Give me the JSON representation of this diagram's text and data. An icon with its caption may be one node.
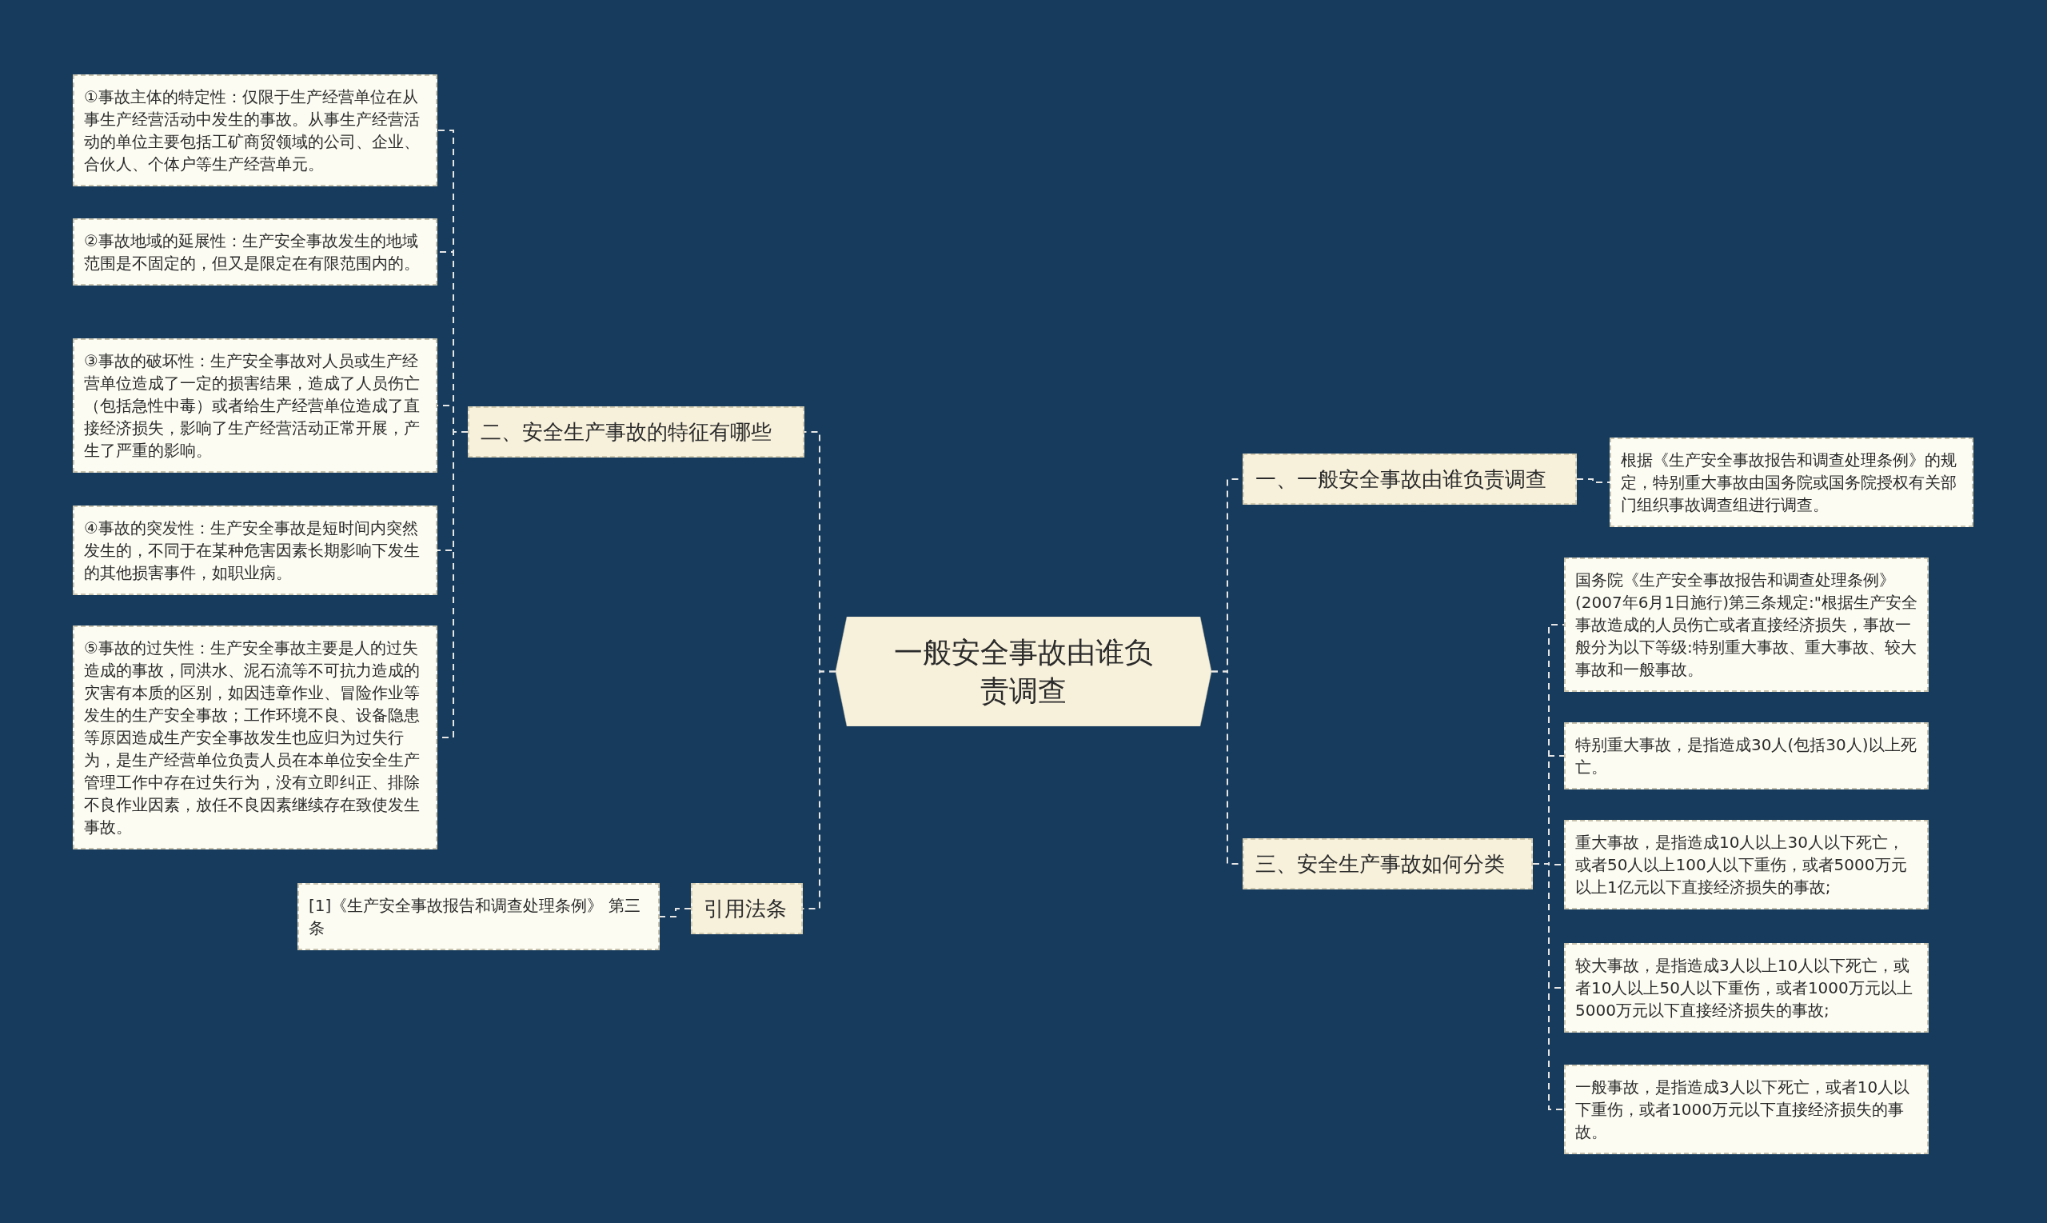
{
  "diagram": {
    "nodes": [
      {
        "text": [
          "一般安全事故由谁负责调查"
        ]
      },
      {
        "text": [
          "一、一般安全事故由谁负责调查"
        ]
      },
      {
        "text": [
          "根据《生产安全事故报告和调查处理条例》的规定，特别重大事故由国务院或国务院授权有关部门组织事故调查组进行调查。"
        ]
      },
      {
        "text": [
          "三、安全生产事故如何分类"
        ]
      },
      {
        "text": [
          "国务院《生产安全事故报告和调查处理条例》(2007年6月1日施行)第三条规定:\"根据生产安全事故造成的人员伤亡或者直接经济损失，事故一般分为以下等级:特别重大事故、重大事故、较大事故和一般事故。"
        ]
      },
      {
        "text": [
          "特别重大事故，是指造成30人(包括30人)以上死亡。"
        ]
      },
      {
        "text": [
          "重大事故，是指造成10人以上30人以下死亡，或者50人以上100人以下重伤，或者5000万元以上1亿元以下直接经济损失的事故;"
        ]
      },
      {
        "text": [
          "较大事故，是指造成3人以上10人以下死亡，或者10人以上50人以下重伤，或者1000万元以上5000万元以下直接经济损失的事故;"
        ]
      },
      {
        "text": [
          "一般事故，是指造成3人以下死亡，或者10人以下重伤，或者1000万元以下直接经济损失的事故。"
        ]
      },
      {
        "text": [
          "二、安全生产事故的特征有哪些"
        ]
      },
      {
        "text": [
          "①事故主体的特定性：仅限于生产经营单位在从事生产经营活动中发生的事故。从事生产经营活动的单位主要包括工矿商贸领域的公司、企业、合伙人、个体户等生产经营单元。"
        ]
      },
      {
        "text": [
          "②事故地域的延展性：生产安全事故发生的地域范围是不固定的，但又是限定在有限范围内的。"
        ]
      },
      {
        "text": [
          "③事故的破坏性：生产安全事故对人员或生产经营单位造成了一定的损害结果，造成了人员伤亡（包括急性中毒）或者给生产经营单位造成了直接经济损失，影响了生产经营活动正常开展，产生了严重的影响。"
        ]
      },
      {
        "text": [
          "④事故的突发性：生产安全事故是短时间内突然发生的，不同于在某种危害因素长期影响下发生的其他损害事件，如职业病。"
        ]
      },
      {
        "text": [
          "⑤事故的过失性：生产安全事故主要是人的过失造成的事故，同洪水、泥石流等不可抗力造成的灾害有本质的区别，如因违章作业、冒险作业等发生的生产安全事故；工作环境不良、设备隐患等原因造成生产安全事故发生也应归为过失行为，是生产经营单位负责人员在本单位安全生产管理工作中存在过失行为，没有立即纠正、排除不良作业因素，放任不良因素继续存在致使发生事故。"
        ]
      },
      {
        "text": [
          "引用法条"
        ]
      },
      {
        "text": [
          "[1]《生产安全事故报告和调查处理条例》 第三条"
        ]
      }
    ],
    "edges": [
      {
        "from": 0,
        "to": 1,
        "arrow": "none"
      },
      {
        "from": 1,
        "to": 2,
        "arrow": "none"
      },
      {
        "from": 0,
        "to": 3,
        "arrow": "none"
      },
      {
        "from": 3,
        "to": 4,
        "arrow": "none"
      },
      {
        "from": 3,
        "to": 5,
        "arrow": "none"
      },
      {
        "from": 3,
        "to": 6,
        "arrow": "none"
      },
      {
        "from": 3,
        "to": 7,
        "arrow": "none"
      },
      {
        "from": 3,
        "to": 8,
        "arrow": "none"
      },
      {
        "from": 0,
        "to": 9,
        "arrow": "none"
      },
      {
        "from": 9,
        "to": 10,
        "arrow": "none"
      },
      {
        "from": 9,
        "to": 11,
        "arrow": "none"
      },
      {
        "from": 9,
        "to": 12,
        "arrow": "none"
      },
      {
        "from": 9,
        "to": 13,
        "arrow": "none"
      },
      {
        "from": 9,
        "to": 14,
        "arrow": "none"
      },
      {
        "from": 0,
        "to": 15,
        "arrow": "none"
      },
      {
        "from": 15,
        "to": 16,
        "arrow": "none"
      }
    ]
  }
}
